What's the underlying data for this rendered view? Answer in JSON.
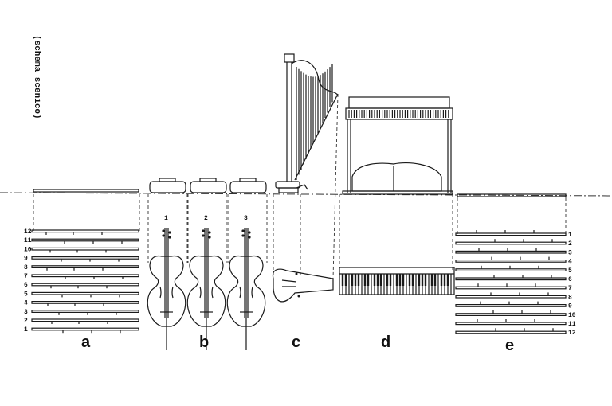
{
  "side_title": "(schema scenico)",
  "sections": {
    "a": "a",
    "b": "b",
    "c": "c",
    "d": "d",
    "e": "e"
  },
  "cellos": [
    "1",
    "2",
    "3"
  ],
  "staff_numbers_left": [
    "12",
    "11",
    "10",
    "9",
    "8",
    "7",
    "6",
    "5",
    "4",
    "3",
    "2",
    "1"
  ],
  "staff_numbers_right": [
    "1",
    "2",
    "3",
    "4",
    "5",
    "6",
    "7",
    "8",
    "9",
    "10",
    "11",
    "12"
  ]
}
